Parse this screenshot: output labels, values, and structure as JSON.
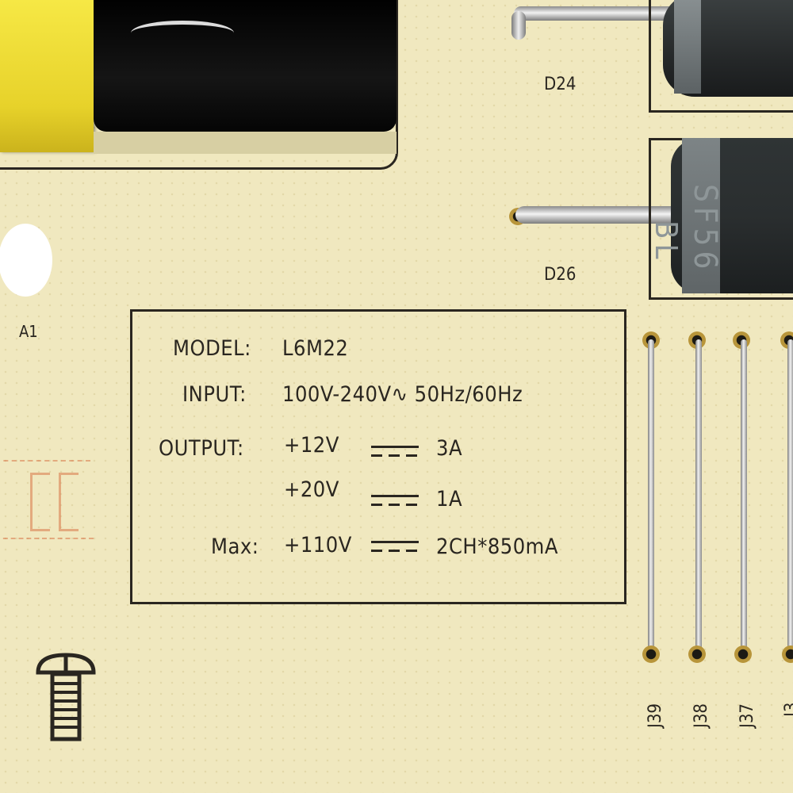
{
  "board": {
    "label_block": {
      "model_label": "MODEL:",
      "model_value": "L6M22",
      "input_label": "INPUT:",
      "input_value": "100V-240V∿ 50Hz/60Hz",
      "output_label": "OUTPUT:",
      "output_rows": [
        {
          "voltage": "+12V",
          "current": "3A"
        },
        {
          "voltage": "+20V",
          "current": "1A"
        }
      ],
      "max_label": "Max:",
      "max_row": {
        "voltage": "+110V",
        "current": "2CH*850mA"
      }
    },
    "designators": {
      "d24": "D24",
      "d26": "D26",
      "a1": "A1",
      "j39": "J39",
      "j38": "J38",
      "j37": "J37",
      "j3x": "J3"
    },
    "diode_marking": {
      "line1": "SF56",
      "line2": "BL"
    }
  },
  "colors": {
    "pcb": "#f0e8bf",
    "silkscreen": "#2a2620",
    "transformer_bobbin": "#f3e43c",
    "transformer_core": "#0c0c0c",
    "diode_body": "#2b2f30",
    "cathode_band": "#6e7476"
  }
}
